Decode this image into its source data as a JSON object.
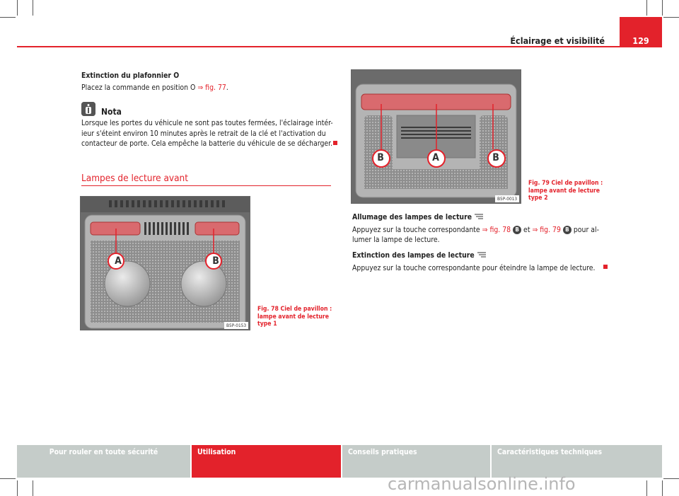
{
  "header": {
    "section_title": "Éclairage et visibilité",
    "page_number": "129"
  },
  "left_column": {
    "heading_off": "Extinction du plafonnier O",
    "text_off_prefix": "Placez la commande en position O ",
    "text_off_ref": "⇒ fig. 77",
    "text_off_suffix": ".",
    "note_title": "Nota",
    "note_lines": [
      "Lorsque les portes du véhicule ne sont pas toutes fermées, l'éclairage intér-",
      "ieur s'éteint environ 10 minutes après le retrait de la clé et l'activation du",
      "contacteur de porte. Cela empêche la batterie du véhicule de se décharger."
    ],
    "section_title": "Lampes de lecture avant"
  },
  "figures": [
    {
      "caption_lines": [
        "Fig. 78   Ciel de pavillon :",
        "lampe avant de lecture",
        "type 1"
      ],
      "code": "B5P-0153",
      "labels": [
        "A",
        "B"
      ]
    },
    {
      "caption_lines": [
        "Fig. 79   Ciel de pavillon :",
        "lampe avant de lecture",
        "type 2"
      ],
      "code": "B5P-0013",
      "labels": [
        "B",
        "A",
        "B"
      ]
    }
  ],
  "right_column": {
    "heading_on": "Allumage des lampes de lecture",
    "text_on_1a": "Appuyez sur la touche correspondante ",
    "text_on_ref1": "⇒ fig. 78",
    "text_on_b1": "B",
    "text_on_mid": " et ",
    "text_on_ref2": "⇒ fig. 79",
    "text_on_b2": "B",
    "text_on_1b": " pour al-",
    "text_on_2": "lumer la lampe de lecture.",
    "heading_off2": "Extinction des lampes de lecture",
    "text_off2": "Appuyez sur la touche correspondante pour éteindre la lampe de lecture."
  },
  "footer": {
    "tabs": [
      "Pour rouler en toute sécurité",
      "Utilisation",
      "Conseils pratiques",
      "Caractéristiques techniques"
    ],
    "active_index": 1
  },
  "watermark": "carmanualsonline.info",
  "colors": {
    "accent": "#e3222b",
    "footer_grey": "#c5ccc9"
  },
  "icons": [
    "note-hand-icon",
    "reading-lamp-icon",
    "end-of-section-square-icon"
  ]
}
